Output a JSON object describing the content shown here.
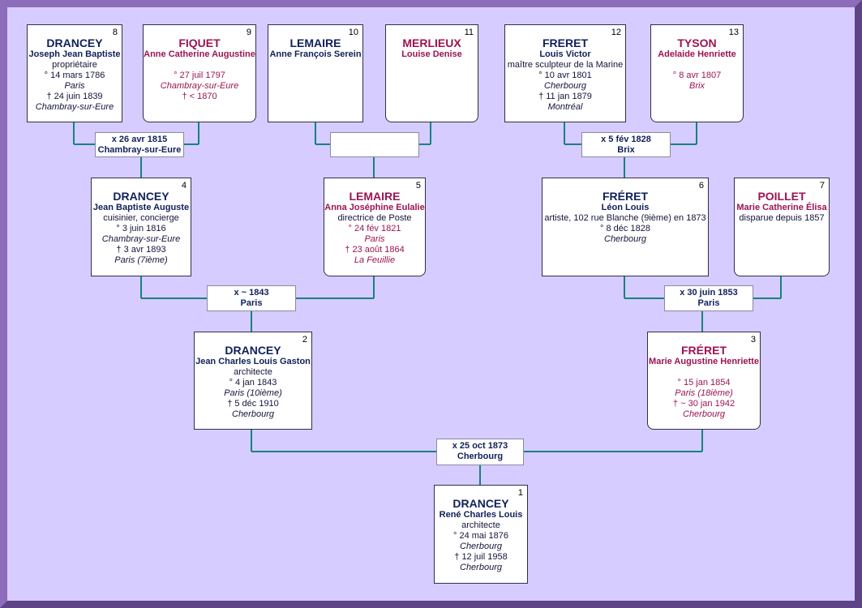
{
  "persons": {
    "p1": {
      "num": "1",
      "surname": "DRANCEY",
      "given": "René Charles Louis",
      "occupation": "architecte",
      "birth_date": "° 24 mai 1876",
      "birth_place": "Cherbourg",
      "death_date": "† 12 juil 1958",
      "death_place": "Cherbourg"
    },
    "p2": {
      "num": "2",
      "surname": "DRANCEY",
      "given": "Jean Charles Louis Gaston",
      "occupation": "architecte",
      "birth_date": "° 4 jan 1843",
      "birth_place": "Paris (10ième)",
      "death_date": "† 5 déc 1910",
      "death_place": "Cherbourg"
    },
    "p3": {
      "num": "3",
      "surname": "FRÉRET",
      "given": "Marie Augustine Henriette",
      "birth_date": "° 15 jan 1854",
      "birth_place": "Paris (18ième)",
      "death_date": "† ~ 30 jan 1942",
      "death_place": "Cherbourg"
    },
    "p4": {
      "num": "4",
      "surname": "DRANCEY",
      "given": "Jean Baptiste Auguste",
      "occupation": "cuisinier, concierge",
      "birth_date": "° 3 juin 1816",
      "birth_place": "Chambray-sur-Eure",
      "death_date": "† 3 avr 1893",
      "death_place": "Paris (7ième)"
    },
    "p5": {
      "num": "5",
      "surname": "LEMAIRE",
      "given": "Anna Joséphine Eulalie",
      "occupation": "directrice de Poste",
      "birth_date": "° 24 fév 1821",
      "birth_place": "Paris",
      "death_date": "† 23 août 1864",
      "death_place": "La Feuillie"
    },
    "p6": {
      "num": "6",
      "surname": "FRÉRET",
      "given": "Léon Louis",
      "occupation": "artiste, 102 rue Blanche (9ième) en 1873",
      "birth_date": "° 8 déc 1828",
      "birth_place": "Cherbourg"
    },
    "p7": {
      "num": "7",
      "surname": "POILLET",
      "given": "Marie Catherine Élisa",
      "occupation": "disparue depuis 1857"
    },
    "p8": {
      "num": "8",
      "surname": "DRANCEY",
      "given": "Joseph Jean Baptiste",
      "occupation": "propriétaire",
      "birth_date": "° 14 mars 1786",
      "birth_place": "Paris",
      "death_date": "† 24 juin 1839",
      "death_place": "Chambray-sur-Eure"
    },
    "p9": {
      "num": "9",
      "surname": "FIQUET",
      "given": "Anne Catherine Augustine",
      "birth_date": "° 27 juil 1797",
      "birth_place": "Chambray-sur-Eure",
      "death_date": "† < 1870"
    },
    "p10": {
      "num": "10",
      "surname": "LEMAIRE",
      "given": "Anne François Serein"
    },
    "p11": {
      "num": "11",
      "surname": "MERLIEUX",
      "given": "Louise Denise"
    },
    "p12": {
      "num": "12",
      "surname": "FRERET",
      "given": "Louis Victor",
      "occupation": "maître sculpteur de la Marine",
      "birth_date": "° 10 avr 1801",
      "birth_place": "Cherbourg",
      "death_date": "† 11 jan 1879",
      "death_place": "Montréal"
    },
    "p13": {
      "num": "13",
      "surname": "TYSON",
      "given": "Adelaide Henriette",
      "birth_date": "° 8 avr 1807",
      "birth_place": "Brix"
    }
  },
  "marriages": {
    "m8_9": {
      "date": "x 26 avr 1815",
      "place": "Chambray-sur-Eure"
    },
    "m10_11": {
      "date": "",
      "place": ""
    },
    "m12_13": {
      "date": "x 5 fév 1828",
      "place": "Brix"
    },
    "m4_5": {
      "date": "x ~ 1843",
      "place": "Paris"
    },
    "m6_7": {
      "date": "x 30 juin 1853",
      "place": "Paris"
    },
    "m2_3": {
      "date": "x 25 oct 1873",
      "place": "Cherbourg"
    }
  },
  "colors": {
    "background": "#d6ccff",
    "frame": "#7c5ba8",
    "line": "#16827d",
    "male_text": "#10205a",
    "female_text": "#9c1353"
  }
}
